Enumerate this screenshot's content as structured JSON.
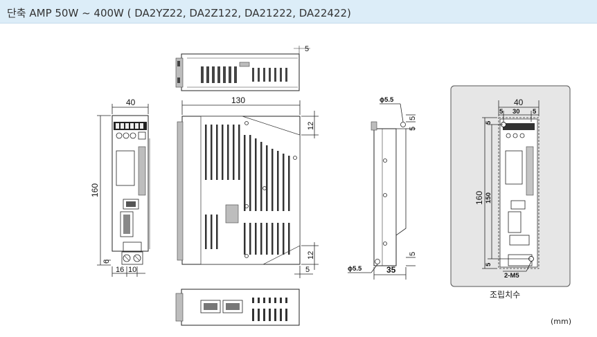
{
  "header": {
    "title": "단축 AMP 50W ~ 400W   ( DA2YZ22, DA2Z122, DA21222, DA22422)"
  },
  "front_view": {
    "width_dim": "40",
    "height_dim": "160",
    "bottom_dim": "6",
    "bottom_left_dim": "16",
    "bottom_right_dim": "10"
  },
  "side_view": {
    "depth_dim": "130",
    "top_right_dim": "12",
    "bottom_right_dim": "12",
    "bottom_dim": "5",
    "top_view_dim": "5"
  },
  "back_view": {
    "hole_dim_top": "ϕ5.5",
    "hole_dim_bottom": "ϕ5.5",
    "right_top_dim": "5",
    "right_mid_dim": "5",
    "bottom_right_dim": "5",
    "width_dim": "35"
  },
  "mounting": {
    "width_dim": "40",
    "left_margin": "5",
    "mid_dim": "30",
    "right_margin": "5",
    "top_margin": "5",
    "height_dim": "160",
    "inner_height_dim": "150",
    "bottom_margin": "5",
    "screw_label": "2-M5",
    "caption": "조립치수"
  },
  "unit_label": "(mm)",
  "colors": {
    "title_bg": "#dcedf8",
    "panel_bg": "#e6e6e6"
  }
}
